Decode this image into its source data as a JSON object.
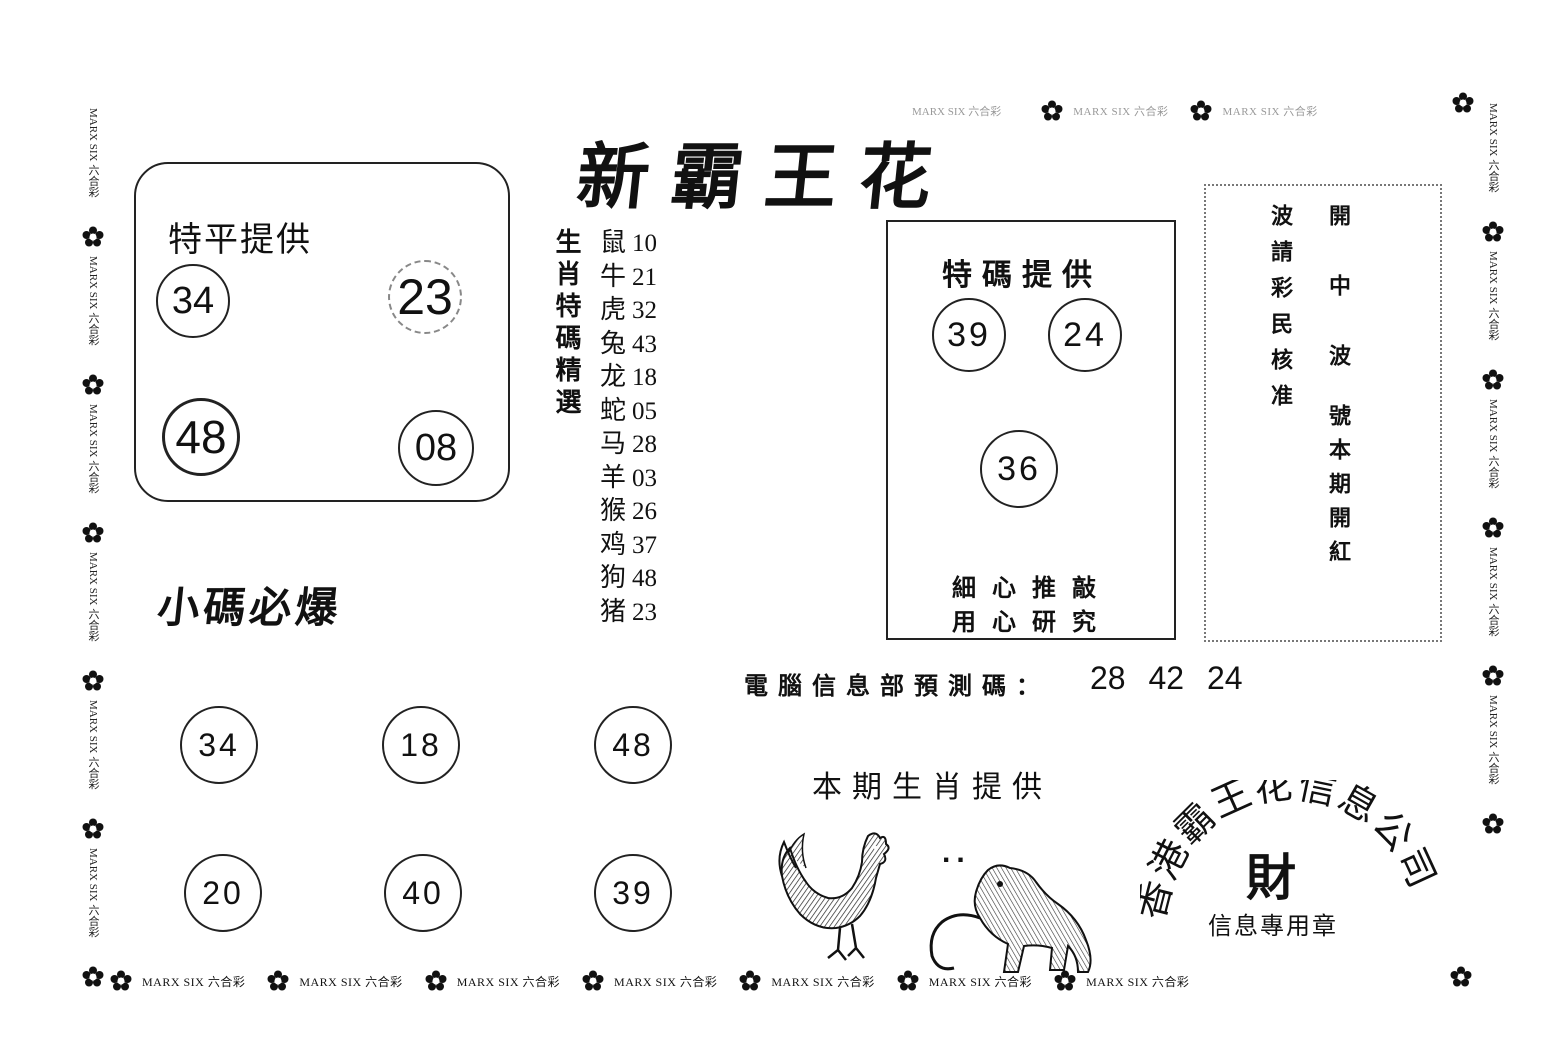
{
  "title": "新霸王花",
  "special_flat": {
    "heading": "特平提供",
    "numbers": [
      "34",
      "23",
      "48",
      "08"
    ]
  },
  "zodiac": {
    "heading": "生肖特碼精選",
    "items": [
      {
        "animal": "鼠",
        "number": "10"
      },
      {
        "animal": "牛",
        "number": "21"
      },
      {
        "animal": "虎",
        "number": "32"
      },
      {
        "animal": "兔",
        "number": "43"
      },
      {
        "animal": "龙",
        "number": "18"
      },
      {
        "animal": "蛇",
        "number": "05"
      },
      {
        "animal": "马",
        "number": "28"
      },
      {
        "animal": "羊",
        "number": "03"
      },
      {
        "animal": "猴",
        "number": "26"
      },
      {
        "animal": "鸡",
        "number": "37"
      },
      {
        "animal": "狗",
        "number": "48"
      },
      {
        "animal": "猪",
        "number": "23"
      }
    ]
  },
  "special_code": {
    "heading": "特碼提供",
    "numbers": [
      "39",
      "24",
      "36"
    ],
    "footer_line1": "細心推敲",
    "footer_line2": "用心研究"
  },
  "notice": {
    "col1": "開中波",
    "col2": "波請彩民核准",
    "col3": "號本期開紅"
  },
  "small_code": {
    "heading": "小碼必爆",
    "numbers": [
      "34",
      "18",
      "48",
      "20",
      "40",
      "39"
    ]
  },
  "computer_forecast": {
    "label": "電腦信息部預測碼：",
    "numbers": "28 42 24"
  },
  "period_zodiac": {
    "label": "本期生肖提供",
    "separator": ".."
  },
  "stamp": {
    "ring_text": "香港霸王花信息公司",
    "center": "財",
    "bottom": "信息專用章"
  },
  "watermark": {
    "text": "MARX SIX 六合彩"
  },
  "colors": {
    "ink": "#111111",
    "paper": "#ffffff"
  },
  "icons": [
    "flower-icon",
    "rooster-icon",
    "monkey-icon"
  ]
}
